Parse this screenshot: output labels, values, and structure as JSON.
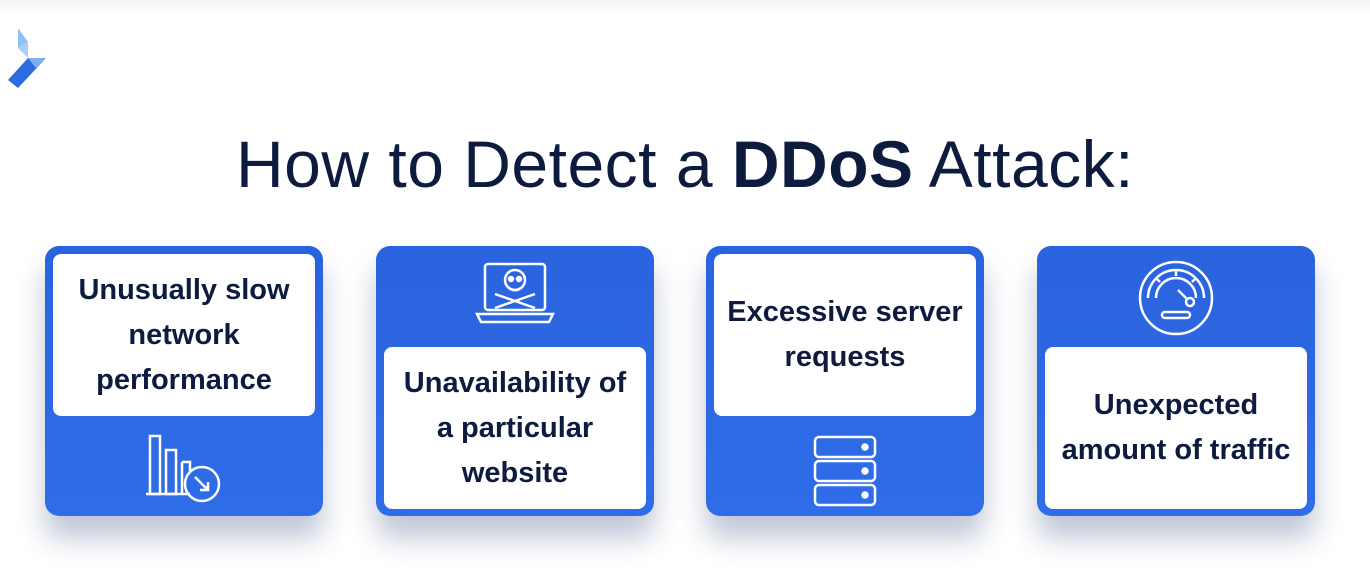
{
  "title": {
    "prefix": "How to Detect a",
    "bold": "DDoS",
    "suffix": "Attack:"
  },
  "cards": [
    {
      "label": "Unusually slow network performance",
      "icon": "bar-chart-down-icon"
    },
    {
      "label": "Unavailability of a particular website",
      "icon": "skull-laptop-icon"
    },
    {
      "label": "Excessive server requests",
      "icon": "server-stack-icon"
    },
    {
      "label": "Unexpected amount of traffic",
      "icon": "speedometer-icon"
    }
  ],
  "colors": {
    "accent": "#2a63de",
    "text": "#0d1b3e",
    "logo_light": "#8fc2f2",
    "logo_dark": "#2e6be0"
  }
}
